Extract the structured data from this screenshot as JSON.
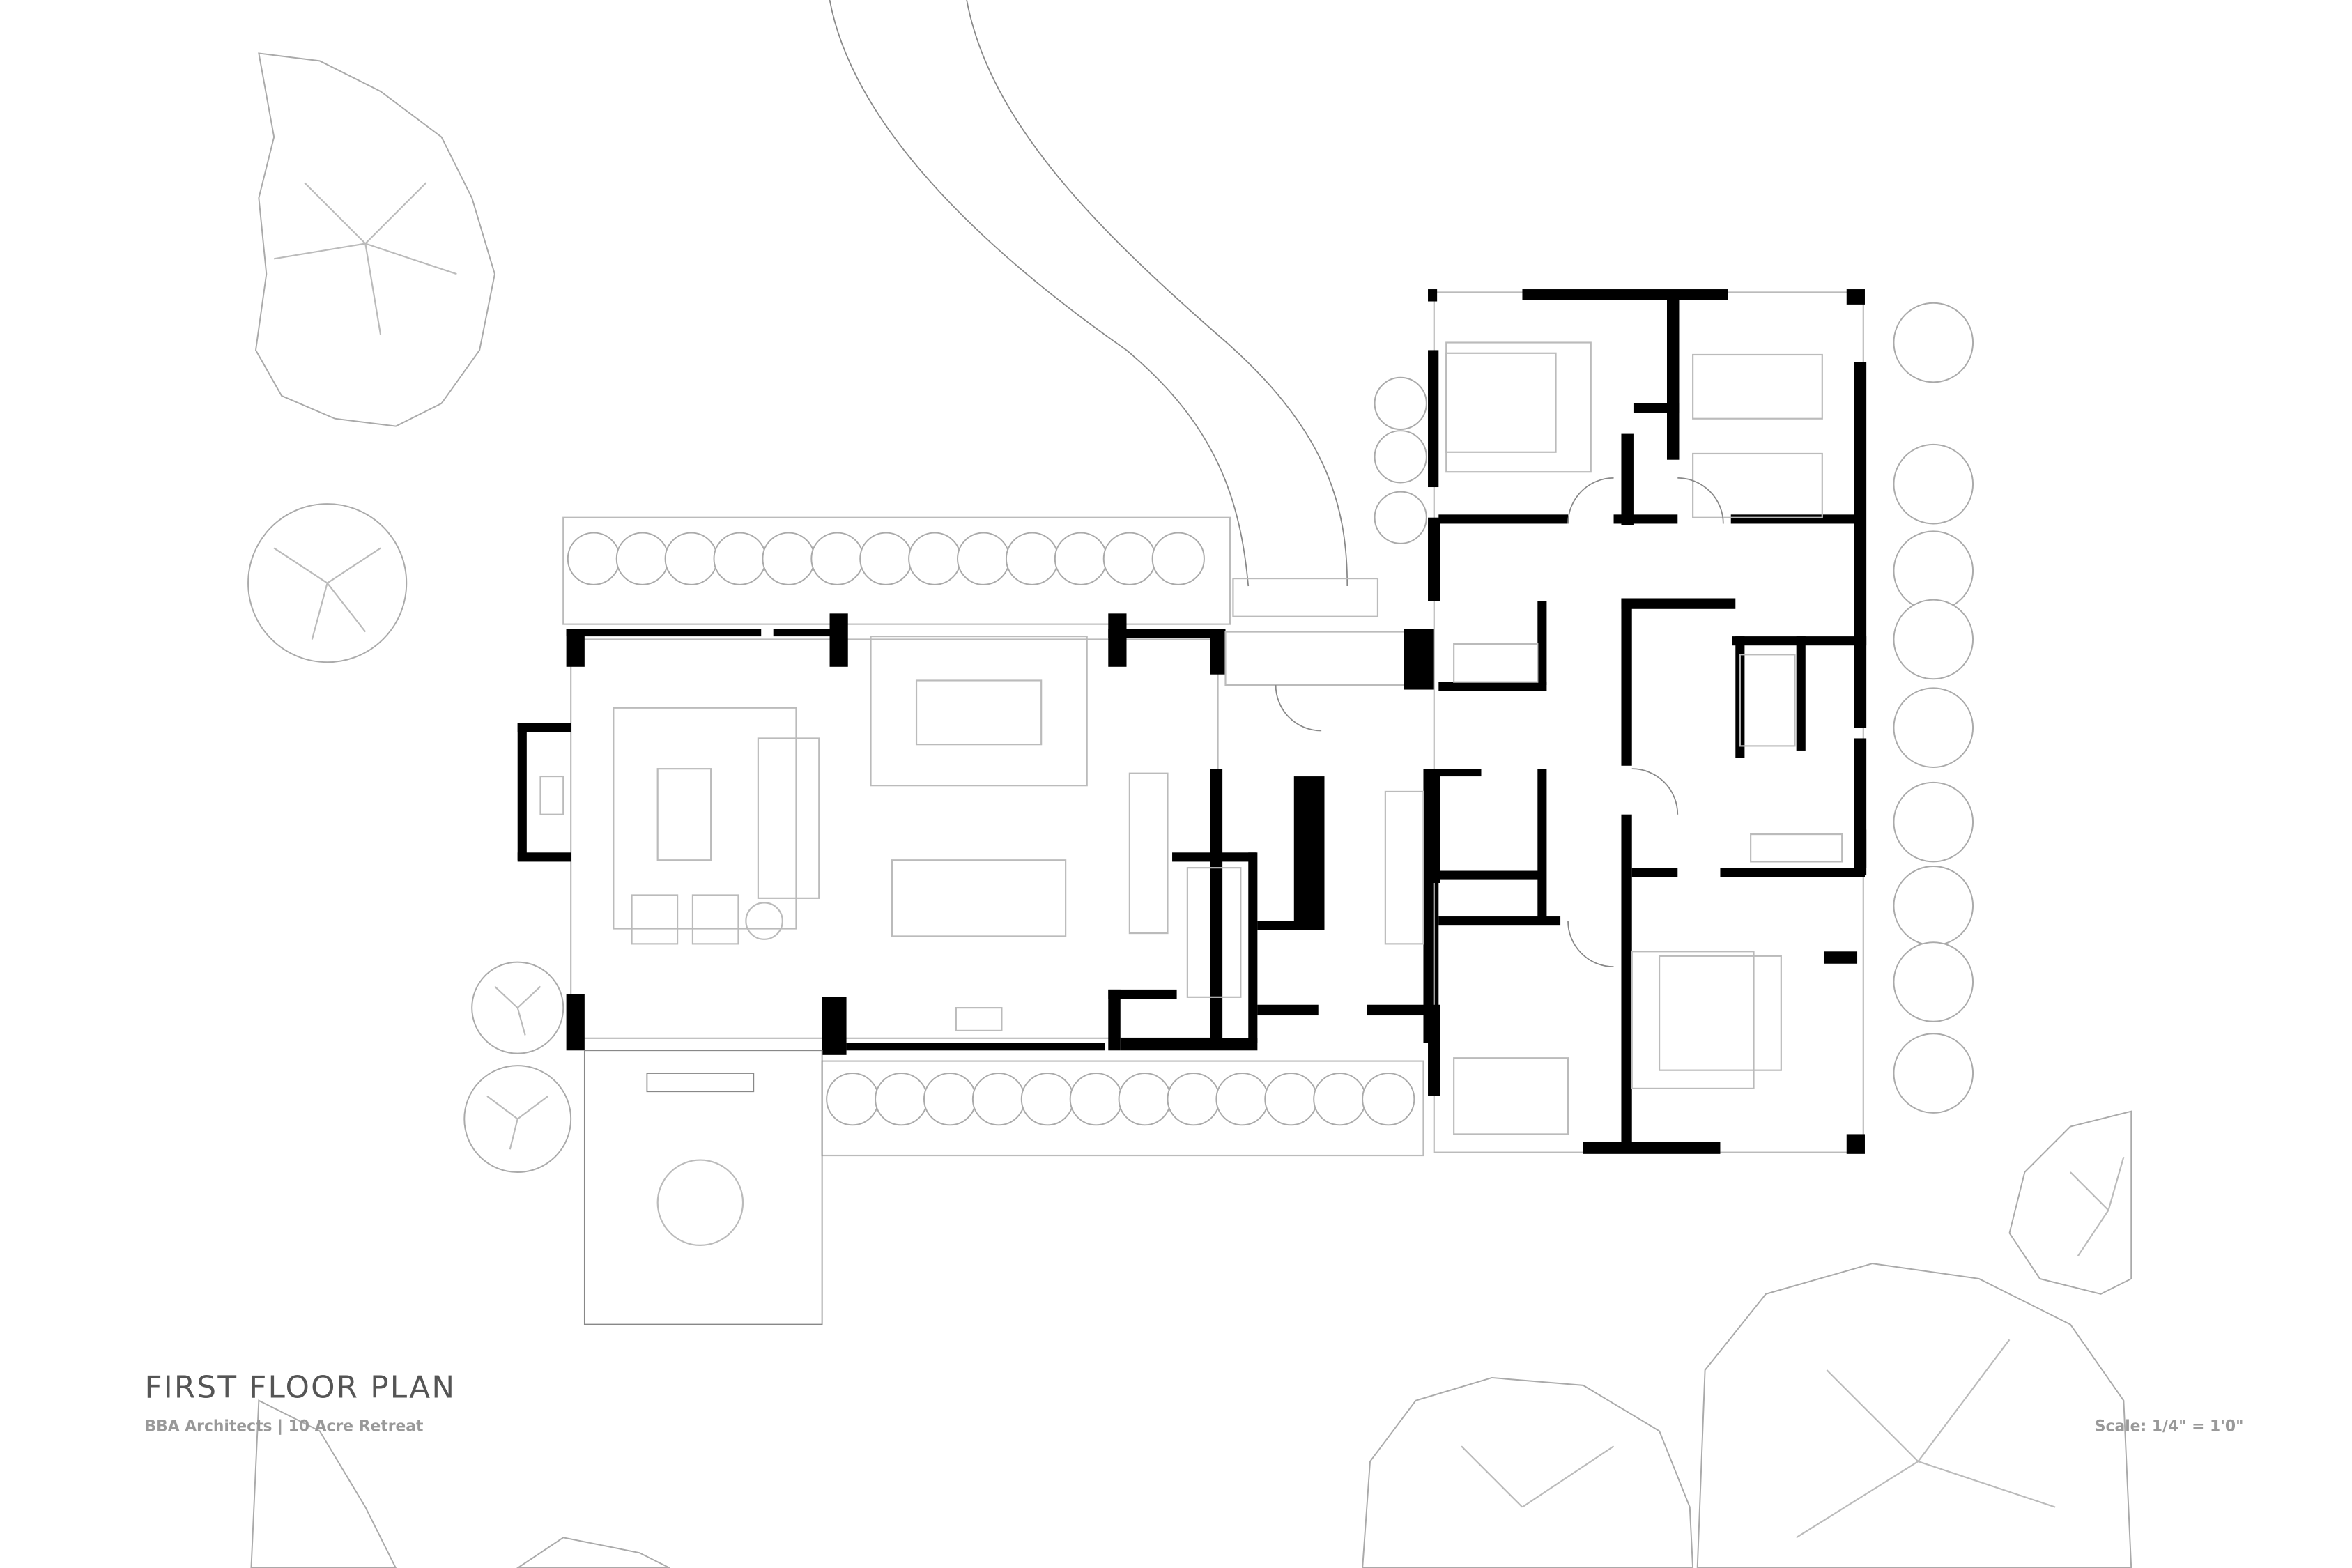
{
  "drawing": {
    "title": "FIRST FLOOR PLAN",
    "subtitle": "BBA Architects | 10 Acre Retreat",
    "scale": "Scale: 1/4\" = 1'0\""
  },
  "colors": {
    "walls": "#000000",
    "linework": "#bbbbbb",
    "title": "#555555",
    "subtitle": "#999999"
  }
}
